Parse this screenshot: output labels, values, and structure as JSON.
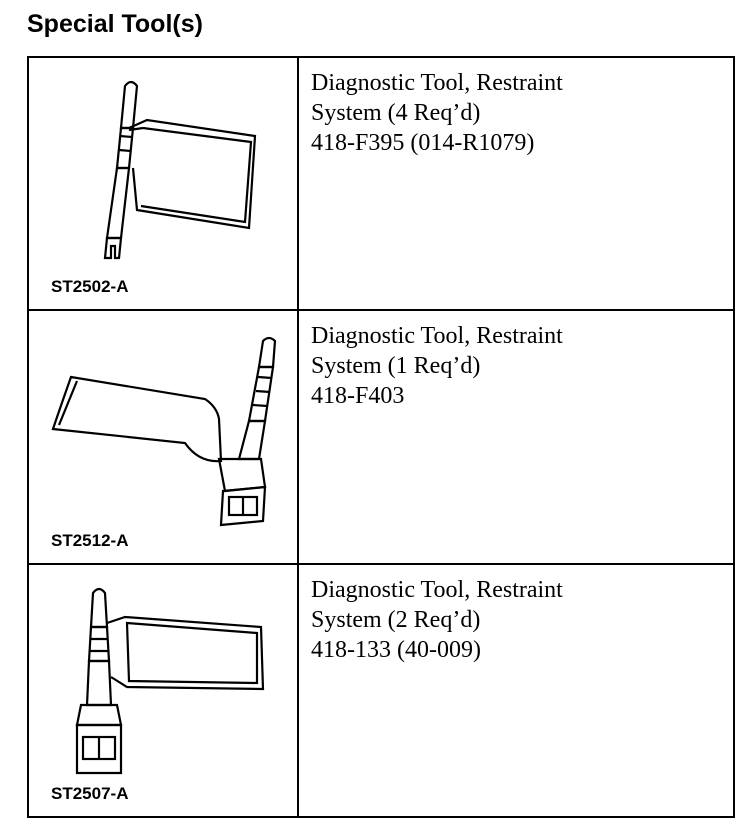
{
  "title": "Special Tool(s)",
  "tools": [
    {
      "code": "ST2502-A",
      "desc_line1": "Diagnostic Tool, Restraint",
      "desc_line2": "System (4 Req’d)",
      "part_number": "418-F395 (014-R1079)",
      "illustration": "restraint-diagnostic-tool-icon"
    },
    {
      "code": "ST2512-A",
      "desc_line1": "Diagnostic Tool, Restraint",
      "desc_line2": "System (1 Req’d)",
      "part_number": "418-F403",
      "illustration": "restraint-diagnostic-tool-connector-icon"
    },
    {
      "code": "ST2507-A",
      "desc_line1": "Diagnostic Tool, Restraint",
      "desc_line2": "System (2 Req’d)",
      "part_number": "418-133 (40-009)",
      "illustration": "restraint-diagnostic-tool-plug-icon"
    }
  ]
}
